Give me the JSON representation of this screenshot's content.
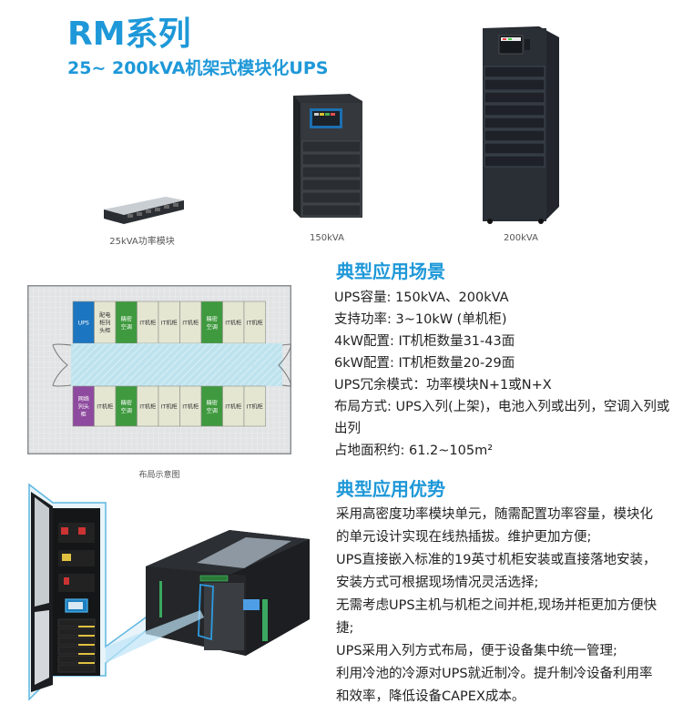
{
  "header": {
    "title": "RM系列",
    "subtitle": "25~ 200kVA机架式模块化UPS"
  },
  "products": [
    {
      "name": "25kVA功率模块",
      "caption": "25kVA功率模块"
    },
    {
      "name": "150kVA",
      "caption": "150kVA"
    },
    {
      "name": "200kVA",
      "caption": "200kVA"
    }
  ],
  "layout_diagram": {
    "caption": "布局示意图",
    "top_row": [
      {
        "label": "UPS",
        "type": "ups"
      },
      {
        "label": "配电柜列头柜",
        "type": "pdu"
      },
      {
        "label": "精密空调",
        "type": "ac"
      },
      {
        "label": "IT机柜",
        "type": "it"
      },
      {
        "label": "IT机柜",
        "type": "it"
      },
      {
        "label": "IT机柜",
        "type": "it"
      },
      {
        "label": "精密空调",
        "type": "ac"
      },
      {
        "label": "IT机柜",
        "type": "it"
      },
      {
        "label": "IT机柜",
        "type": "it"
      }
    ],
    "bottom_row": [
      {
        "label": "网络列头柜",
        "type": "net"
      },
      {
        "label": "IT机柜",
        "type": "it"
      },
      {
        "label": "精密空调",
        "type": "ac"
      },
      {
        "label": "IT机柜",
        "type": "it"
      },
      {
        "label": "IT机柜",
        "type": "it"
      },
      {
        "label": "IT机柜",
        "type": "it"
      },
      {
        "label": "精密空调",
        "type": "ac"
      },
      {
        "label": "IT机柜",
        "type": "it"
      },
      {
        "label": "IT机柜",
        "type": "it"
      }
    ],
    "colors": {
      "ups": "#1b75c0",
      "pdu": "#e4e6d2",
      "ac": "#3f9a3f",
      "it": "#e4e6d2",
      "net": "#8e4a9e",
      "aisle": "#bfe3ee"
    }
  },
  "scenarios": {
    "title": "典型应用场景",
    "items": [
      "UPS容量: 150kVA、200kVA",
      "支持功率: 3~10kW (单机柜)",
      "4kW配置: IT机柜数量31-43面",
      "6kW配置: IT机柜数量20-29面",
      "UPS冗余模式：功率模块N+1或N+X",
      "布局方式: UPS入列(上架)，电池入列或出列，空调入列或出列",
      "占地面积约: 61.2~105m²"
    ]
  },
  "advantages": {
    "title": "典型应用优势",
    "items": [
      "采用高密度功率模块单元，随需配置功率容量，模块化的单元设计实现在线热插拔。维护更加方便;",
      "UPS直接嵌入标准的19英寸机柜安装或直接落地安装，安装方式可根据现场情况灵活选择;",
      "无需考虑UPS主机与机柜之间并柜,现场并柜更加方便快捷;",
      "UPS采用入列方式布局，便于设备集中统一管理;",
      "利用冷池的冷源对UPS就近制冷。提升制冷设备利用率和效率，降低设备CAPEX成本。"
    ]
  },
  "brand_color": "#1e98d8"
}
